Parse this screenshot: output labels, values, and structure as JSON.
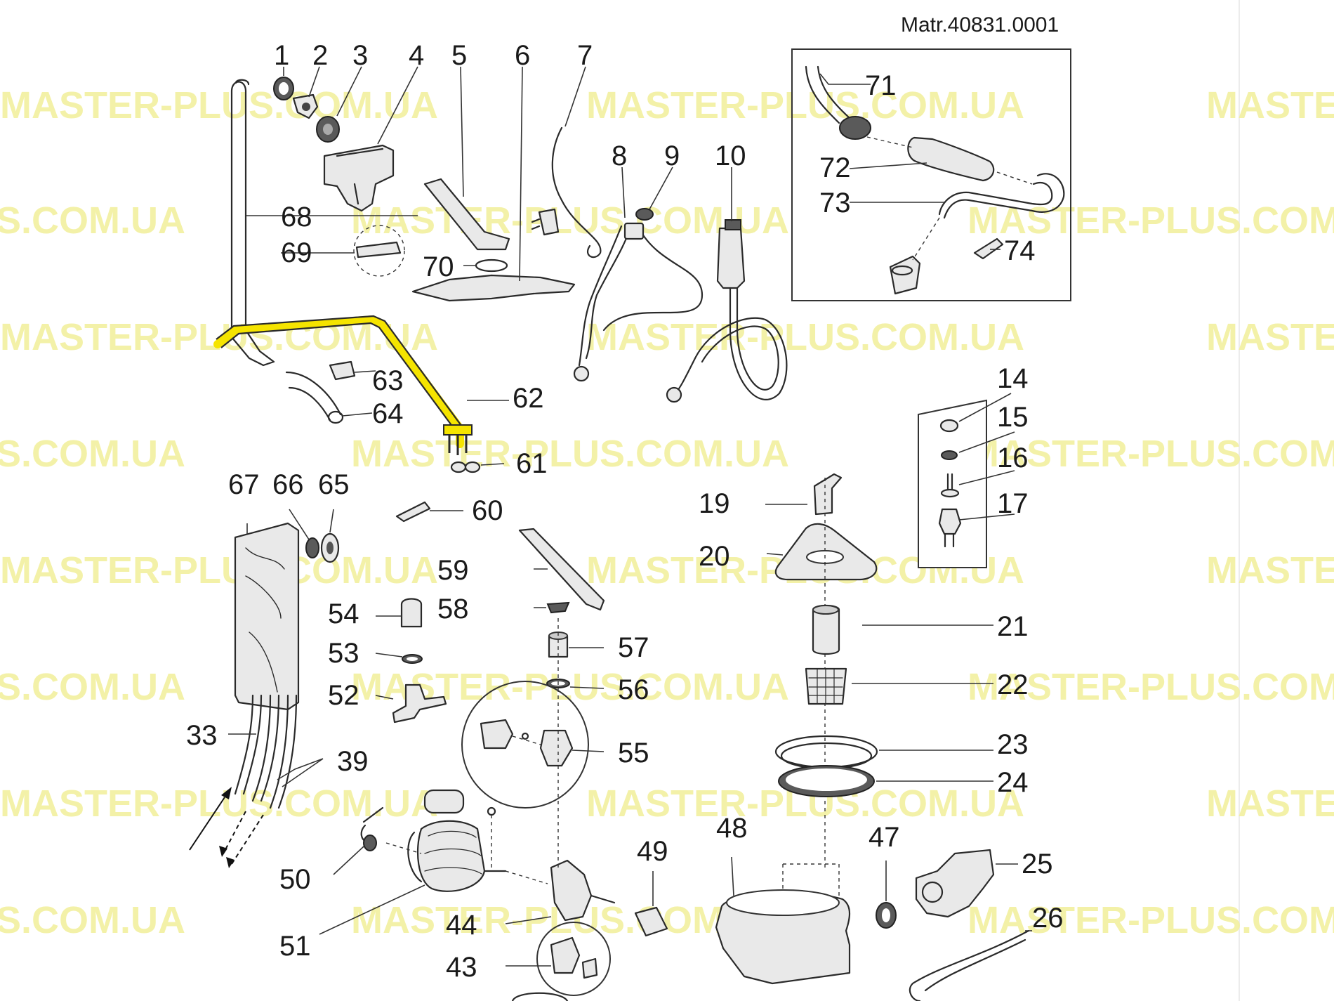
{
  "header": {
    "matr_code": "Matr.40831.0001"
  },
  "watermark": {
    "text": "MASTER-PLUS.COM.UA",
    "color": "#f2ef9a"
  },
  "highlight_color": "#f5e400",
  "labels": {
    "p1": "1",
    "p2": "2",
    "p3": "3",
    "p4": "4",
    "p5": "5",
    "p6": "6",
    "p7": "7",
    "p8": "8",
    "p9": "9",
    "p10": "10",
    "p14": "14",
    "p15": "15",
    "p16": "16",
    "p17": "17",
    "p19": "19",
    "p20": "20",
    "p21": "21",
    "p22": "22",
    "p23": "23",
    "p24": "24",
    "p25": "25",
    "p26": "26",
    "p33": "33",
    "p39": "39",
    "p43": "43",
    "p44": "44",
    "p47": "47",
    "p48": "48",
    "p49": "49",
    "p50": "50",
    "p51": "51",
    "p52": "52",
    "p53": "53",
    "p54": "54",
    "p55": "55",
    "p56": "56",
    "p57": "57",
    "p58": "58",
    "p59": "59",
    "p60": "60",
    "p61": "61",
    "p62": "62",
    "p63": "63",
    "p64": "64",
    "p65": "65",
    "p66": "66",
    "p67": "67",
    "p68": "68",
    "p69": "69",
    "p70": "70",
    "p71": "71",
    "p72": "72",
    "p73": "73",
    "p74": "74"
  },
  "icons": [
    "arrow-icon"
  ]
}
